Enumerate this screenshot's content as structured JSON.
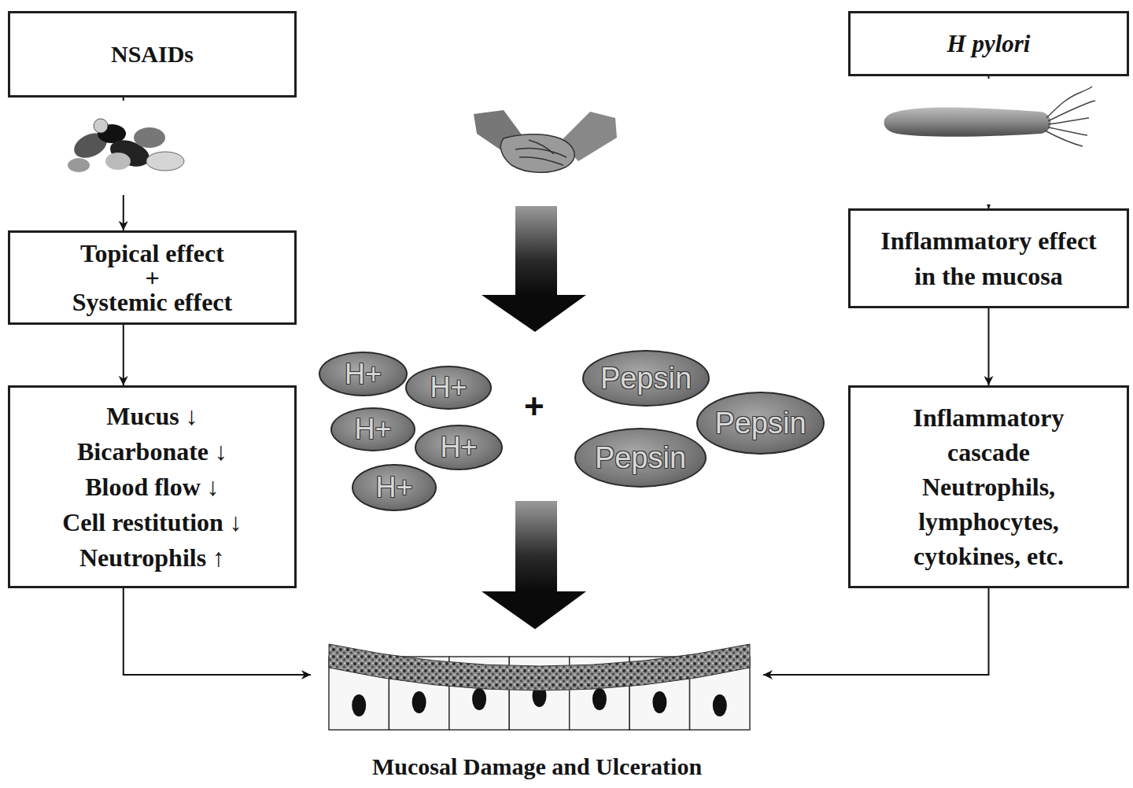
{
  "diagram": {
    "nodes": [
      {
        "text": [
          "NSAIDs"
        ]
      },
      {
        "text": [
          "Topical effect + Systemic effect"
        ]
      },
      {
        "text": [
          "Mucus ↓ Bicarbonate ↓ Blood flow ↓ Cell restitution ↓ Neutrophils ↑"
        ]
      },
      {
        "text": [
          "H pylori"
        ]
      },
      {
        "text": [
          "Inflammatory effect in the mucosa"
        ]
      },
      {
        "text": [
          "Inflammatory cascade Neutrophils, lymphocytes, cytokines, etc."
        ]
      },
      {
        "text": [
          "H+"
        ]
      },
      {
        "text": [
          "H+"
        ]
      },
      {
        "text": [
          "H+"
        ]
      },
      {
        "text": [
          "H+"
        ]
      },
      {
        "text": [
          "H+"
        ]
      },
      {
        "text": [
          "Pepsin"
        ]
      },
      {
        "text": [
          "Pepsin"
        ]
      },
      {
        "text": [
          "Pepsin"
        ]
      },
      {
        "text": [
          "Mucosal Damage and Ulceration"
        ]
      }
    ],
    "edges": [
      {
        "from": 0,
        "to": 1,
        "arrow": "to"
      },
      {
        "from": 1,
        "to": 2,
        "arrow": "to"
      },
      {
        "from": 3,
        "to": 4,
        "arrow": "to"
      },
      {
        "from": 4,
        "to": 5,
        "arrow": "to"
      },
      {
        "from": 2,
        "to": 14,
        "arrow": "to"
      },
      {
        "from": 5,
        "to": 14,
        "arrow": "to"
      }
    ],
    "labels": [
      "+"
    ]
  }
}
